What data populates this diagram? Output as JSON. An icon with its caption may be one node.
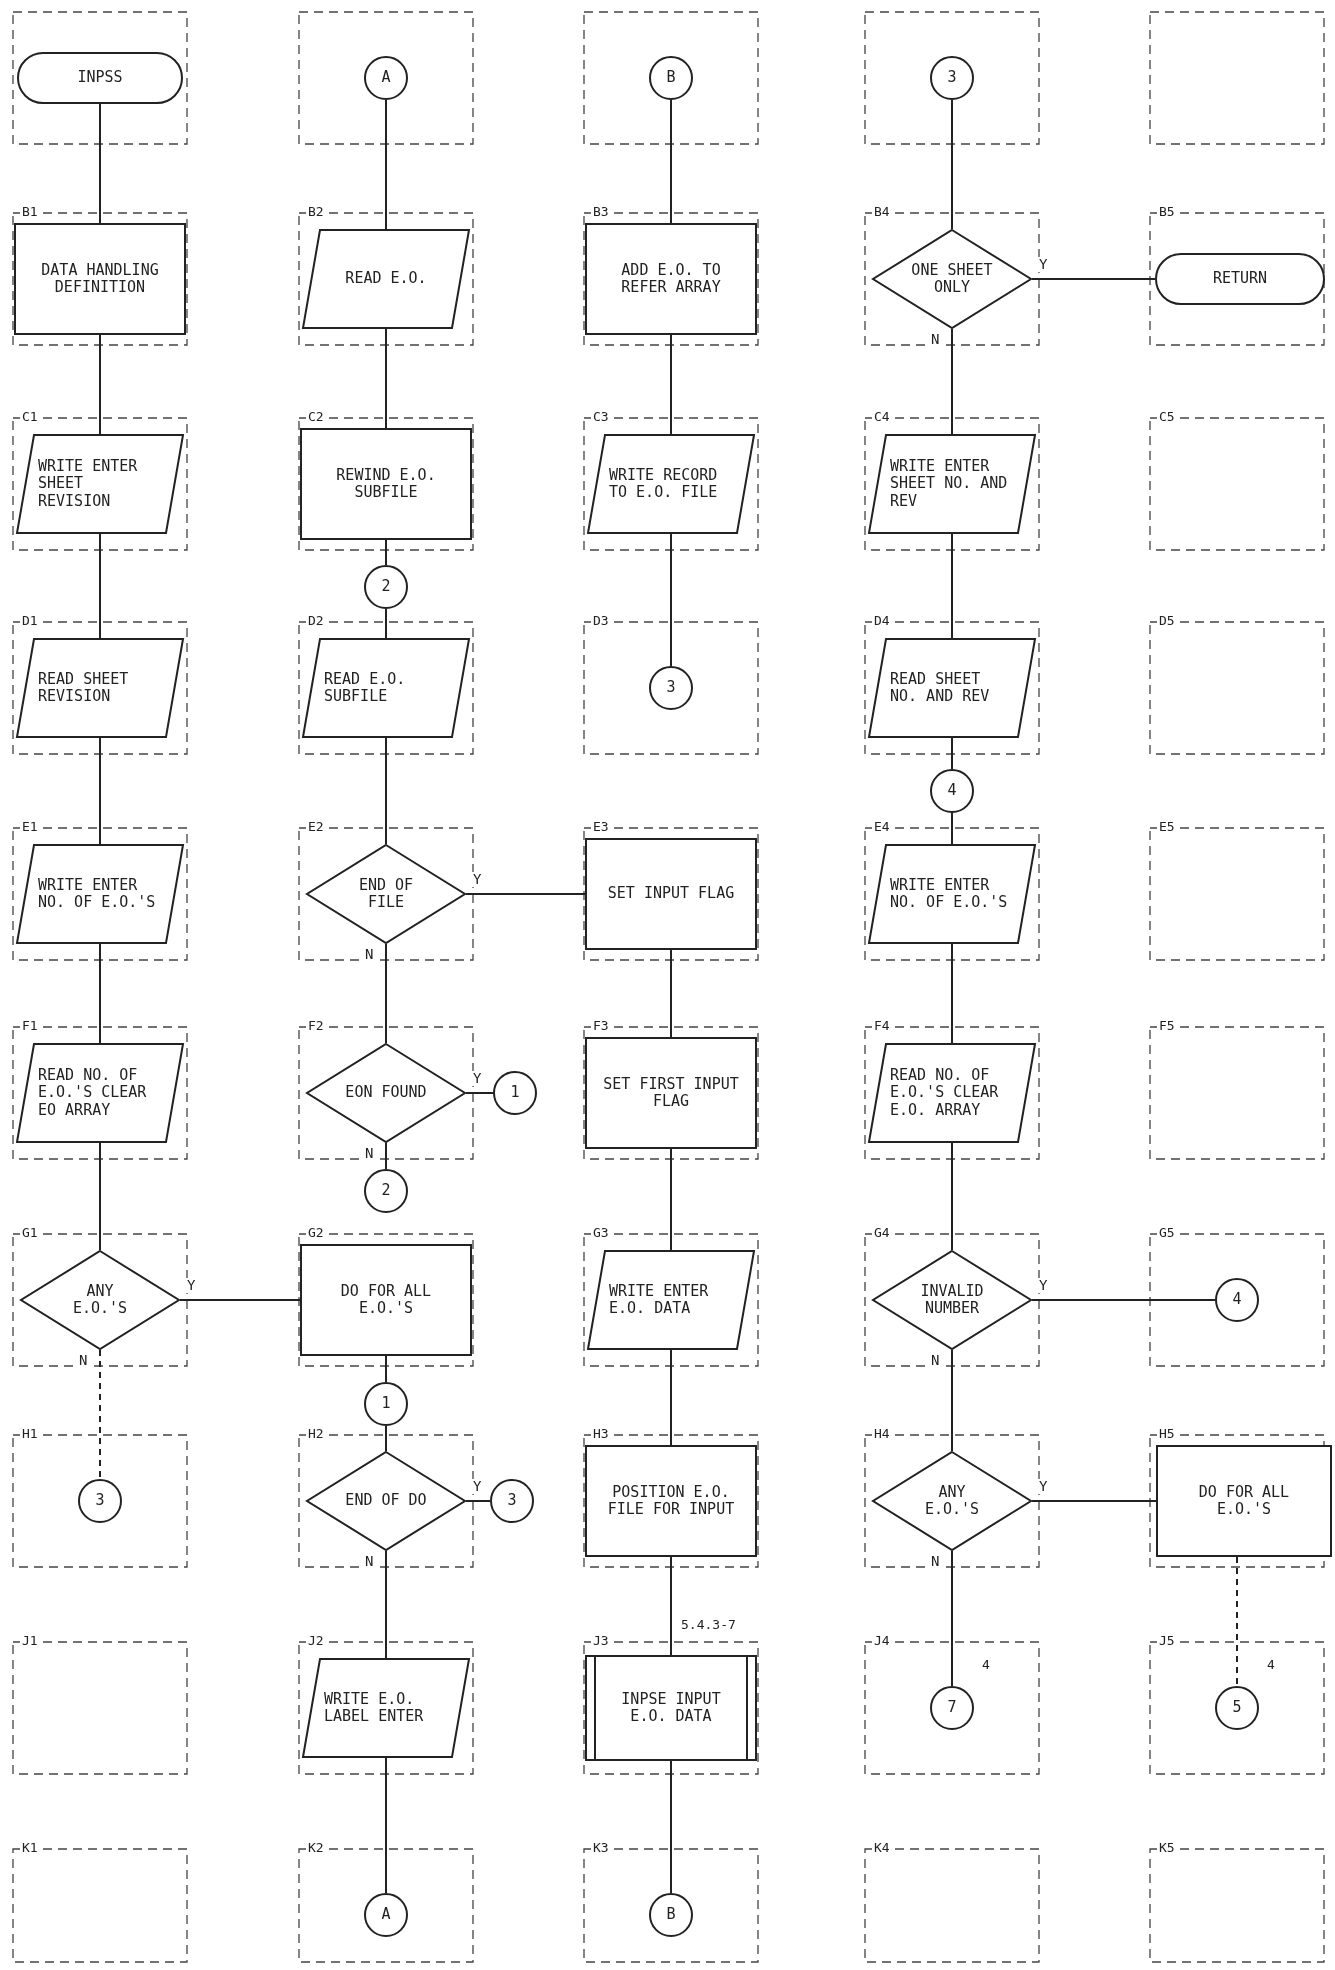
{
  "diagram": {
    "nodes": [
      {
        "text": [
          "INPSS"
        ]
      },
      {
        "text": [
          "A"
        ]
      },
      {
        "text": [
          "B"
        ]
      },
      {
        "text": [
          "3"
        ]
      },
      {
        "text": [
          "DATA HANDLING DEFINITION"
        ]
      },
      {
        "text": [
          "READ E.O."
        ]
      },
      {
        "text": [
          "ADD E.O. TO REFER ARRAY"
        ]
      },
      {
        "text": [
          "ONE SHEET ONLY"
        ]
      },
      {
        "text": [
          "RETURN"
        ]
      },
      {
        "text": [
          "WRITE ENTER SHEET REVISION"
        ]
      },
      {
        "text": [
          "REWIND E.O. SUBFILE"
        ]
      },
      {
        "text": [
          "WRITE RECORD TO E.O. FILE"
        ]
      },
      {
        "text": [
          "WRITE ENTER SHEET NO. AND REV"
        ]
      },
      {
        "text": [
          "2"
        ]
      },
      {
        "text": [
          "READ SHEET REVISION"
        ]
      },
      {
        "text": [
          "READ E.O. SUBFILE"
        ]
      },
      {
        "text": [
          "3"
        ]
      },
      {
        "text": [
          "READ SHEET NO. AND REV"
        ]
      },
      {
        "text": [
          "4"
        ]
      },
      {
        "text": [
          "WRITE ENTER NO. OF E.O.'S"
        ]
      },
      {
        "text": [
          "END OF FILE"
        ]
      },
      {
        "text": [
          "SET INPUT FLAG"
        ]
      },
      {
        "text": [
          "WRITE ENTER NO. OF E.O.'S"
        ]
      },
      {
        "text": [
          "READ NO. OF E.O.'S CLEAR EO ARRAY"
        ]
      },
      {
        "text": [
          "EON FOUND"
        ]
      },
      {
        "text": [
          "1"
        ]
      },
      {
        "text": [
          "SET FIRST INPUT FLAG"
        ]
      },
      {
        "text": [
          "READ NO. OF E.O.'S CLEAR E.O. ARRAY"
        ]
      },
      {
        "text": [
          "2"
        ]
      },
      {
        "text": [
          "ANY E.O.'S"
        ]
      },
      {
        "text": [
          "DO FOR ALL E.O.'S"
        ]
      },
      {
        "text": [
          "WRITE ENTER E.O. DATA"
        ]
      },
      {
        "text": [
          "INVALID NUMBER"
        ]
      },
      {
        "text": [
          "4"
        ]
      },
      {
        "text": [
          "1"
        ]
      },
      {
        "text": [
          "3"
        ]
      },
      {
        "text": [
          "END OF DO"
        ]
      },
      {
        "text": [
          "3"
        ]
      },
      {
        "text": [
          "POSITION E.O. FILE FOR INPUT"
        ]
      },
      {
        "text": [
          "ANY E.O.'S"
        ]
      },
      {
        "text": [
          "DO FOR ALL E.O.'S"
        ]
      },
      {
        "text": [
          "WRITE E.O. LABEL ENTER"
        ]
      },
      {
        "text": [
          "INPSE INPUT E.O. DATA"
        ]
      },
      {
        "text": [
          "7"
        ]
      },
      {
        "text": [
          "5"
        ]
      },
      {
        "text": [
          "A"
        ]
      },
      {
        "text": [
          "B"
        ]
      }
    ],
    "edges": [
      {
        "from": 0,
        "to": 4,
        "arrow": "none"
      },
      {
        "from": 4,
        "to": 9,
        "arrow": "none"
      },
      {
        "from": 9,
        "to": 14,
        "arrow": "none"
      },
      {
        "from": 14,
        "to": 19,
        "arrow": "none"
      },
      {
        "from": 19,
        "to": 23,
        "arrow": "none"
      },
      {
        "from": 23,
        "to": 29,
        "arrow": "none"
      },
      {
        "from": 29,
        "to": 30,
        "arrow": "none",
        "label": "Y"
      },
      {
        "from": 29,
        "to": 35,
        "arrow": "none",
        "label": "N",
        "style": "dashed"
      },
      {
        "from": 1,
        "to": 5,
        "arrow": "none"
      },
      {
        "from": 5,
        "to": 10,
        "arrow": "none"
      },
      {
        "from": 10,
        "to": 13,
        "arrow": "none"
      },
      {
        "from": 13,
        "to": 15,
        "arrow": "none"
      },
      {
        "from": 15,
        "to": 20,
        "arrow": "none"
      },
      {
        "from": 20,
        "to": 21,
        "arrow": "none",
        "label": "Y"
      },
      {
        "from": 20,
        "to": 24,
        "arrow": "none",
        "label": "N"
      },
      {
        "from": 24,
        "to": 25,
        "arrow": "none",
        "label": "Y"
      },
      {
        "from": 24,
        "to": 28,
        "arrow": "none",
        "label": "N"
      },
      {
        "from": 30,
        "to": 34,
        "arrow": "none"
      },
      {
        "from": 34,
        "to": 36,
        "arrow": "none"
      },
      {
        "from": 36,
        "to": 37,
        "arrow": "none",
        "label": "Y"
      },
      {
        "from": 36,
        "to": 41,
        "arrow": "none",
        "label": "N"
      },
      {
        "from": 41,
        "to": 45,
        "arrow": "none"
      },
      {
        "from": 2,
        "to": 6,
        "arrow": "none"
      },
      {
        "from": 6,
        "to": 11,
        "arrow": "none"
      },
      {
        "from": 11,
        "to": 16,
        "arrow": "none"
      },
      {
        "from": 21,
        "to": 26,
        "arrow": "none"
      },
      {
        "from": 26,
        "to": 31,
        "arrow": "none"
      },
      {
        "from": 31,
        "to": 38,
        "arrow": "none"
      },
      {
        "from": 38,
        "to": 42,
        "arrow": "none"
      },
      {
        "from": 42,
        "to": 46,
        "arrow": "none"
      },
      {
        "from": 3,
        "to": 7,
        "arrow": "none"
      },
      {
        "from": 7,
        "to": 8,
        "arrow": "none",
        "label": "Y"
      },
      {
        "from": 7,
        "to": 12,
        "arrow": "none",
        "label": "N"
      },
      {
        "from": 12,
        "to": 17,
        "arrow": "none"
      },
      {
        "from": 17,
        "to": 18,
        "arrow": "none"
      },
      {
        "from": 18,
        "to": 22,
        "arrow": "none"
      },
      {
        "from": 22,
        "to": 27,
        "arrow": "none"
      },
      {
        "from": 27,
        "to": 32,
        "arrow": "none"
      },
      {
        "from": 32,
        "to": 33,
        "arrow": "none",
        "label": "Y"
      },
      {
        "from": 32,
        "to": 39,
        "arrow": "none",
        "label": "N"
      },
      {
        "from": 39,
        "to": 40,
        "arrow": "none",
        "label": "Y"
      },
      {
        "from": 39,
        "to": 43,
        "arrow": "none",
        "label": "N"
      },
      {
        "from": 40,
        "to": 44,
        "arrow": "none",
        "style": "dashed"
      }
    ],
    "labels": [
      "B1",
      "B2",
      "B3",
      "B4",
      "B5",
      "C1",
      "C2",
      "C3",
      "C4",
      "C5",
      "D1",
      "D2",
      "D3",
      "D4",
      "D5",
      "E1",
      "E2",
      "E3",
      "E4",
      "E5",
      "F1",
      "F2",
      "F3",
      "F4",
      "F5",
      "G1",
      "G2",
      "G3",
      "G4",
      "G5",
      "H1",
      "H2",
      "H3",
      "H4",
      "H5",
      "J1",
      "J2",
      "J3",
      "5.4.3-7",
      "J4",
      "4",
      "J5",
      "4",
      "K1",
      "K2",
      "K3",
      "K4",
      "K5"
    ]
  }
}
